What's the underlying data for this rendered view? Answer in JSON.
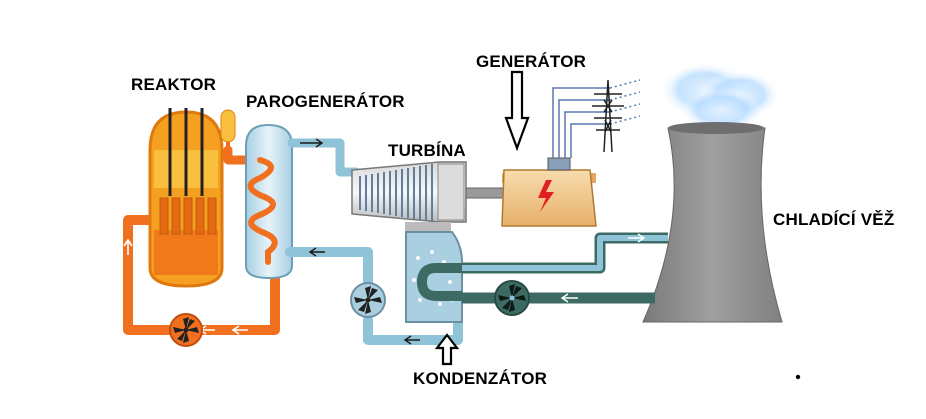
{
  "labels": {
    "reactor": "REAKTOR",
    "steam_generator": "PAROGENERÁTOR",
    "turbine": "TURBÍNA",
    "generator": "GENERÁTOR",
    "cooling_tower": "CHLADÍCÍ VĚŽ",
    "condenser": "KONDENZÁTOR"
  },
  "colors": {
    "primary_loop": "#f07020",
    "reactor_core": "#f5a020",
    "secondary_loop": "#8fc3d8",
    "cooling_loop": "#3d6b64",
    "steam_generator_shell": "#c6e1ee",
    "generator_housing": "#f2c890",
    "tower": "#8e8e8e",
    "steam_cloud": "#cfe8ff"
  }
}
